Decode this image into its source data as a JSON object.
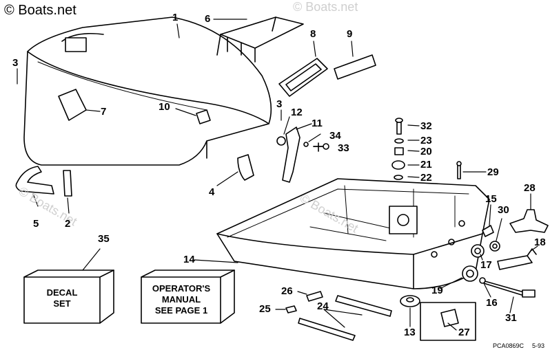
{
  "watermark": {
    "copyright": "© Boats.net",
    "faint_marks": [
      "© Boats.net",
      "© Boats.net",
      "© Boats.net"
    ]
  },
  "callouts": [
    "1",
    "2",
    "3",
    "3",
    "4",
    "5",
    "6",
    "7",
    "8",
    "9",
    "10",
    "11",
    "12",
    "13",
    "14",
    "15",
    "16",
    "17",
    "18",
    "19",
    "20",
    "21",
    "22",
    "23",
    "24",
    "25",
    "26",
    "27",
    "28",
    "29",
    "30",
    "31",
    "32",
    "33",
    "34",
    "35"
  ],
  "decal_box": {
    "line1": "DECAL",
    "line2": "SET"
  },
  "manual_box": {
    "line1": "OPERATOR'S",
    "line2": "MANUAL",
    "line3": "SEE PAGE 1"
  },
  "footer": {
    "code": "PCA0869C",
    "date": "5-93"
  }
}
